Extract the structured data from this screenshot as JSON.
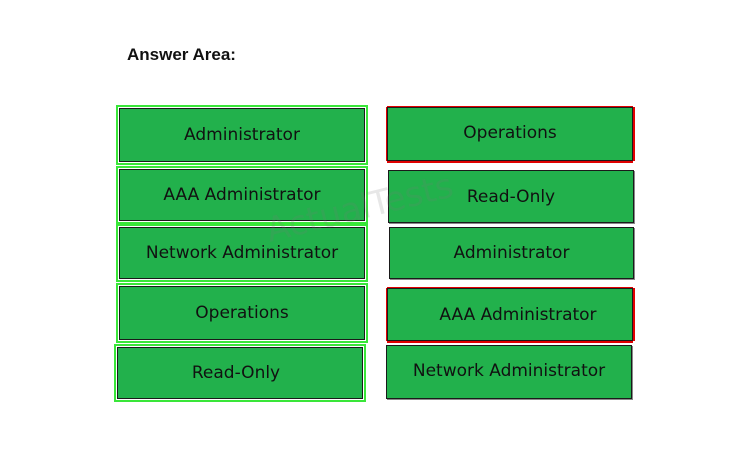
{
  "header": {
    "title": "Answer Area:"
  },
  "left_column": {
    "items": [
      "Administrator",
      "AAA Administrator",
      "Network Administrator",
      "Operations",
      "Read-Only"
    ]
  },
  "right_column": {
    "items": [
      "Operations",
      "Read-Only",
      "Administrator",
      "AAA Administrator",
      "Network Administrator"
    ]
  },
  "watermark": "ActualTests",
  "colors": {
    "box_fill": "#22b14c",
    "selected_outline": "#39e639",
    "target_outline": "#e00000"
  }
}
